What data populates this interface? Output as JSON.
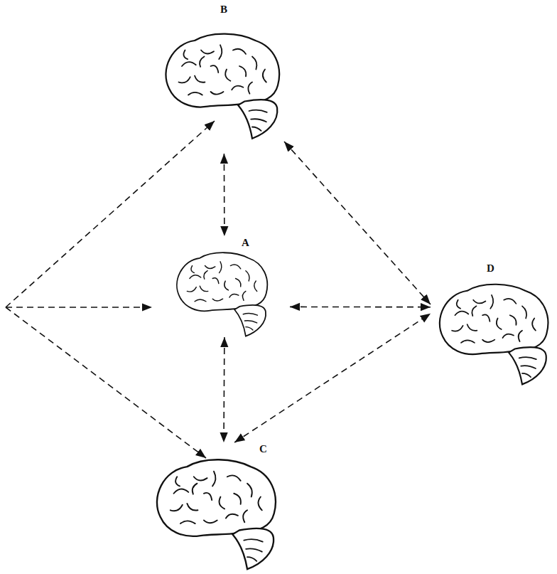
{
  "diagram": {
    "nodes": [
      {
        "text": [
          "B"
        ]
      },
      {
        "text": [
          "A"
        ]
      },
      {
        "text": [
          "D"
        ]
      },
      {
        "text": [
          "C"
        ]
      }
    ],
    "edges": [
      {
        "from": 0,
        "to": 1,
        "arrow": "both"
      },
      {
        "from": 1,
        "to": 3,
        "arrow": "both"
      },
      {
        "from": 0,
        "to": 2,
        "arrow": "both"
      },
      {
        "from": 1,
        "to": 2,
        "arrow": "both"
      },
      {
        "from": 3,
        "to": 2,
        "arrow": "both"
      }
    ]
  }
}
